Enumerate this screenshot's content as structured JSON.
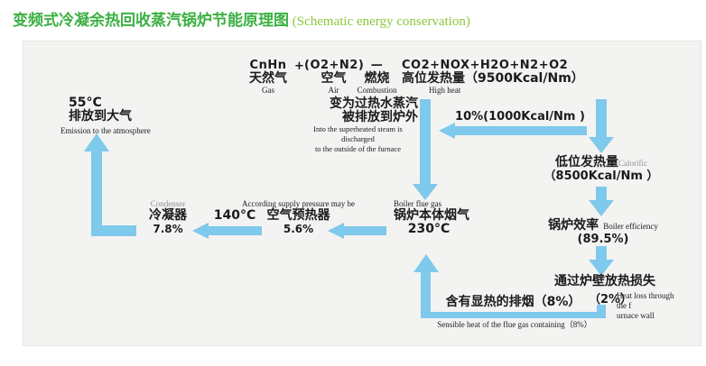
{
  "title": {
    "zh": "变频式冷凝余热回收蒸汽锅炉节能原理图",
    "en": " (Schematic energy conservation)"
  },
  "colors": {
    "title_zh": "#3cb043",
    "title_en": "#8cc63e",
    "arrow": "#7ec9ec",
    "panel_bg": "#f3f3f2"
  },
  "equation": {
    "reactant1": {
      "formula": "CnHn",
      "zh": "天然气",
      "en": "Gas"
    },
    "plus": "+",
    "reactant2": {
      "formula": "(O2+N2)",
      "zh": "空气",
      "en": "Air"
    },
    "combustion": {
      "formula": "—",
      "zh": "燃烧",
      "en": "Combustion"
    },
    "product": {
      "formula": "CO2+NOX+H2O+N2+O2",
      "zh": "高位发热量（9500Kcal/Nm）",
      "en": "High heat"
    }
  },
  "nodes": {
    "emission": {
      "temp": "55°C",
      "zh": "排放到大气",
      "en": "Emission to the atmosphere"
    },
    "condenser": {
      "en": "Condenser",
      "zh": "冷凝器",
      "value": "7.8%"
    },
    "preheater": {
      "en": "According supply pressure may be",
      "zh": "空气预热器",
      "value": "5.6%"
    },
    "boiler_flue": {
      "en": "Boiler flue gas",
      "zh": "锅炉本体烟气",
      "value": "230°C"
    },
    "superheated": {
      "zh1": "变为过热水蒸汽",
      "zh2": "被排放到炉外",
      "en1": "Into the superheated steam is discharged",
      "en2": "to the outside of the furnace"
    },
    "calorific": {
      "zh": "低位发热量",
      "en": "Calorific",
      "value": "（8500Kcal/Nm ）"
    },
    "efficiency": {
      "zh": "锅炉效率",
      "en": "Boiler efficiency",
      "value": "(89.5%)"
    },
    "wall_loss": {
      "zh": "通过炉壁放热损失",
      "value": "（2%）",
      "en1": "Heat loss through the f",
      "en2": "urnace wall"
    },
    "flue_loss": {
      "zh": "含有显热的排烟（8%）",
      "en": "Sensible heat of the flue gas containing（8%）"
    }
  },
  "arrows": {
    "branch10_label": "10%(1000Kcal/Nm )",
    "temp140_label": "140°C"
  }
}
